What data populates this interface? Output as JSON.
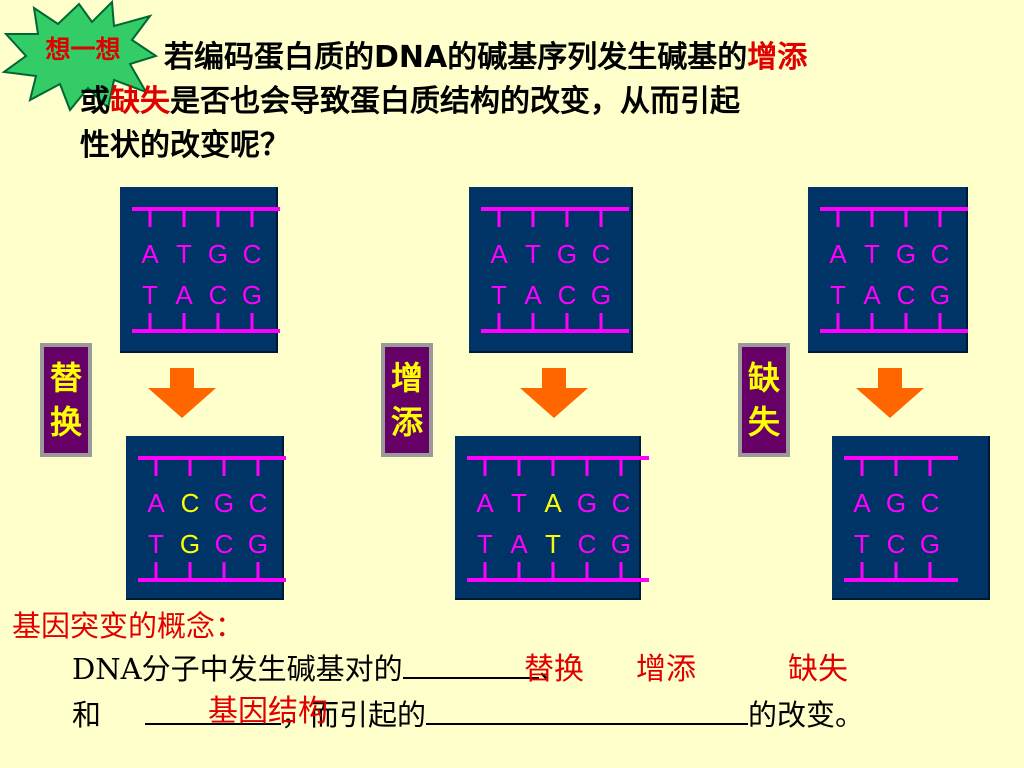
{
  "badge": "想一想",
  "question": {
    "line1_a": "若编码蛋白质的DNA的碱基序列发生碱基的",
    "line1_red": "增添",
    "line2_a": "或",
    "line2_red": "缺失",
    "line2_b": "是否也会导致蛋白质结构的改变，从而引起",
    "line3": "性状的改变呢？"
  },
  "colors": {
    "background": "#ffffcc",
    "dna_box": "#003366",
    "backbone": "#ff00ff",
    "base_highlight": "#ffff00",
    "label_bg": "#660066",
    "label_text": "#ffff00",
    "arrow": "#ff6600",
    "red": "#e00000"
  },
  "mutations": [
    {
      "label": [
        "替",
        "换"
      ],
      "before": {
        "top": [
          "A",
          "T",
          "G",
          "C"
        ],
        "bottom": [
          "T",
          "A",
          "C",
          "G"
        ]
      },
      "after": {
        "top": [
          "A",
          "C",
          "G",
          "C"
        ],
        "bottom": [
          "T",
          "G",
          "C",
          "G"
        ],
        "highlight": [
          1
        ]
      }
    },
    {
      "label": [
        "增",
        "添"
      ],
      "before": {
        "top": [
          "A",
          "T",
          "G",
          "C"
        ],
        "bottom": [
          "T",
          "A",
          "C",
          "G"
        ]
      },
      "after": {
        "top": [
          "A",
          "T",
          "A",
          "G",
          "C"
        ],
        "bottom": [
          "T",
          "A",
          "T",
          "C",
          "G"
        ],
        "highlight": [
          2
        ]
      }
    },
    {
      "label": [
        "缺",
        "失"
      ],
      "before": {
        "top": [
          "A",
          "T",
          "G",
          "C"
        ],
        "bottom": [
          "T",
          "A",
          "C",
          "G"
        ]
      },
      "after": {
        "top": [
          "A",
          "G",
          "C"
        ],
        "bottom": [
          "T",
          "C",
          "G"
        ],
        "highlight": []
      }
    }
  ],
  "concept": {
    "title": "基因突变的概念：",
    "line1_prefix": "DNA分子中发生碱基对的",
    "line1_sep": "、",
    "line2_prefix": "和",
    "line2_mid": "，而引起的",
    "line2_suffix": "的改变。",
    "answers": [
      "替换",
      "增添",
      "缺失",
      "基因结构"
    ]
  }
}
